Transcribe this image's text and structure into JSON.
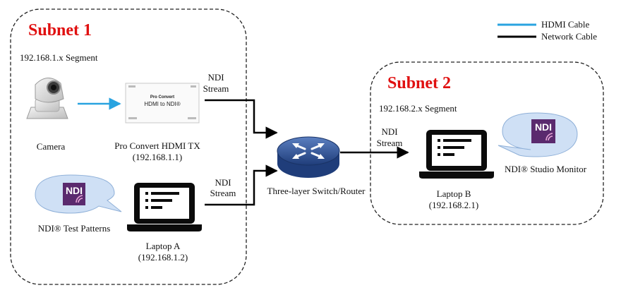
{
  "subnet1": {
    "title": "Subnet 1",
    "segment": "192.168.1.x Segment"
  },
  "subnet2": {
    "title": "Subnet 2",
    "segment": "192.168.2.x Segment"
  },
  "legend": {
    "hdmi": {
      "label": "HDMI Cable",
      "color": "#29a3e0"
    },
    "network": {
      "label": "Network Cable",
      "color": "#000000"
    }
  },
  "devices": {
    "camera": {
      "label": "Camera"
    },
    "converter": {
      "label": "Pro Convert HDMI TX",
      "ip": "(192.168.1.1)",
      "face_brand": "Pro Convert",
      "face_model": "HDMI to NDI®"
    },
    "switch": {
      "label": "Three-layer Switch/Router"
    },
    "test_patterns": {
      "label": "NDI® Test Patterns",
      "logo": "NDI"
    },
    "laptop_a": {
      "label": "Laptop A",
      "ip": "(192.168.1.2)"
    },
    "laptop_b": {
      "label": "Laptop B",
      "ip": "(192.168.2.1)"
    },
    "studio_monitor": {
      "label": "NDI® Studio Monitor",
      "logo": "NDI"
    }
  },
  "streams": {
    "top": {
      "line1": "NDI",
      "line2": "Stream"
    },
    "bottom": {
      "line1": "NDI",
      "line2": "Stream"
    },
    "right": {
      "line1": "NDI",
      "line2": "Stream"
    }
  },
  "colors": {
    "subnet_title": "#e01010",
    "switch_blue": "#2f5597",
    "app_bubble": "#cfe0f5",
    "ndi_tile": "#5a2a6e"
  }
}
